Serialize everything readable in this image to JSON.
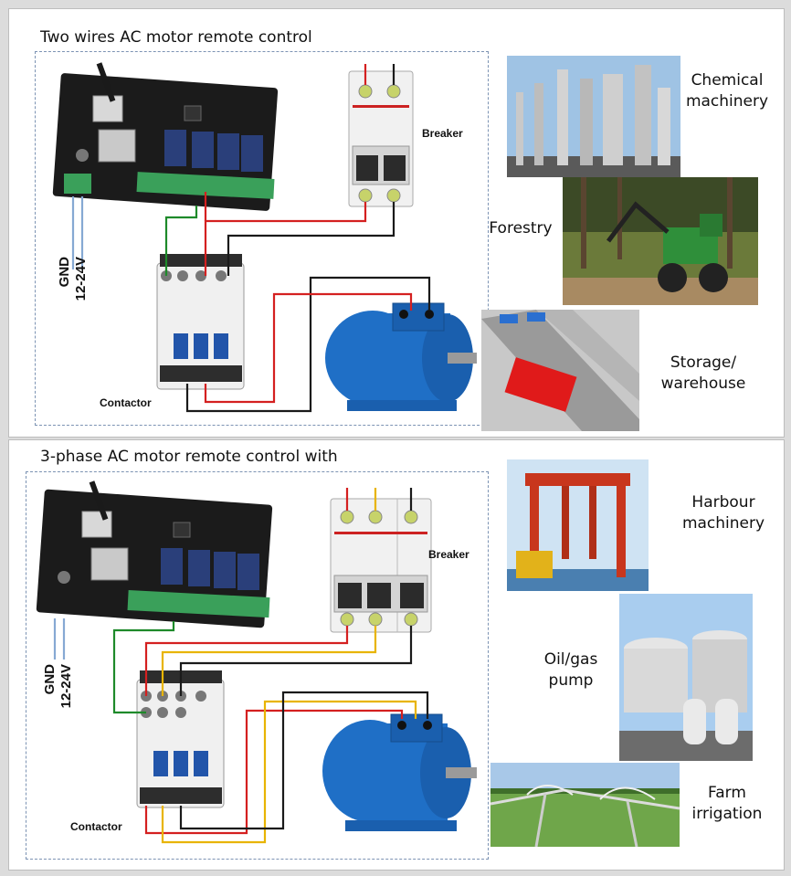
{
  "panel1": {
    "title": "Two wires AC motor remote control",
    "labels": {
      "breaker": "Breaker",
      "contactor": "Contactor",
      "gnd": "GND",
      "voltage": "12-24V"
    },
    "applications": [
      {
        "line1": "Chemical",
        "line2": "machinery"
      },
      {
        "line1": "Forestry",
        "line2": ""
      },
      {
        "line1": "Storage/",
        "line2": "warehouse"
      }
    ]
  },
  "panel2": {
    "title": "3-phase AC motor remote control with",
    "labels": {
      "breaker": "Breaker",
      "contactor": "Contactor",
      "gnd": "GND",
      "voltage": "12-24V"
    },
    "applications": [
      {
        "line1": "Harbour",
        "line2": "machinery"
      },
      {
        "line1": "Oil/gas",
        "line2": "pump"
      },
      {
        "line1": "Farm",
        "line2": "irrigation"
      }
    ]
  },
  "colors": {
    "wire_red": "#d42020",
    "wire_black": "#1a1a1a",
    "wire_green": "#1e8a2a",
    "wire_yellow": "#e8b400",
    "wire_blue": "#86a9d3",
    "motor_blue": "#1f6fc6",
    "board_black": "#1b1b1b",
    "terminal_green": "#3aa05a",
    "frame_dash": "#7c93b3"
  }
}
